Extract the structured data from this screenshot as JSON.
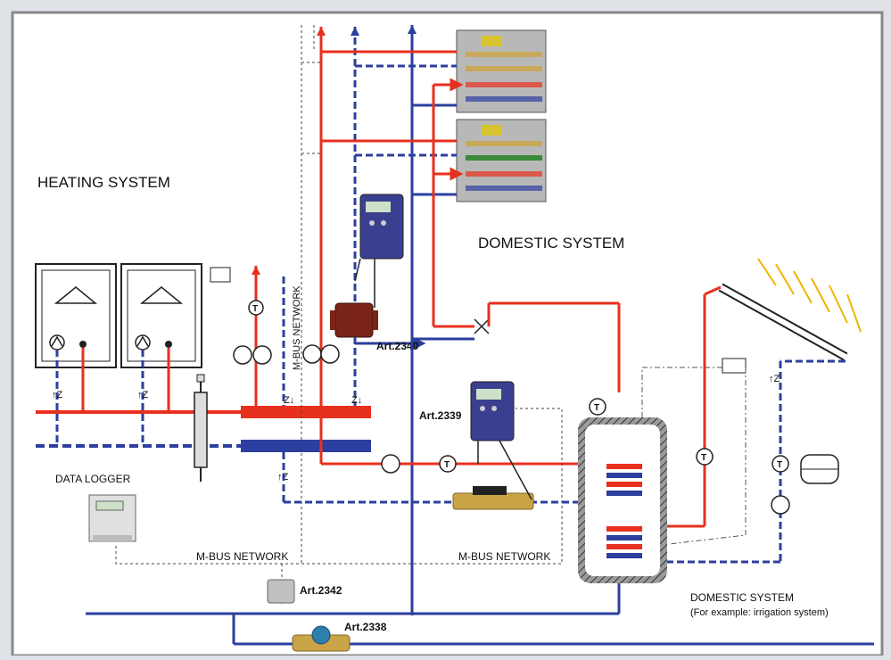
{
  "labels": {
    "heating_system": "HEATING SYSTEM",
    "domestic_system": "DOMESTIC SYSTEM",
    "mbus_vertical": "M-BUS NETWORK",
    "mbus_bottom_left": "M-BUS NETWORK",
    "mbus_bottom_right": "M-BUS NETWORK",
    "data_logger": "DATA LOGGER",
    "domestic_system_2": "DOMESTIC SYSTEM",
    "domestic_system_2_note": "(For example: irrigation system)"
  },
  "articles": {
    "a2340": "Art.2340",
    "a2339": "Art.2339",
    "a2342": "Art.2342",
    "a2338": "Art.2338"
  },
  "symbols": {
    "temperature": "T",
    "z": "Z",
    "tz": "↑Z",
    "zd": "Z↓"
  },
  "colors": {
    "hot": "#e8301e",
    "cold": "#2c3f9e",
    "background": "#dfe3e8",
    "panel": "#ffffff",
    "tank_hatch": "#555555"
  }
}
